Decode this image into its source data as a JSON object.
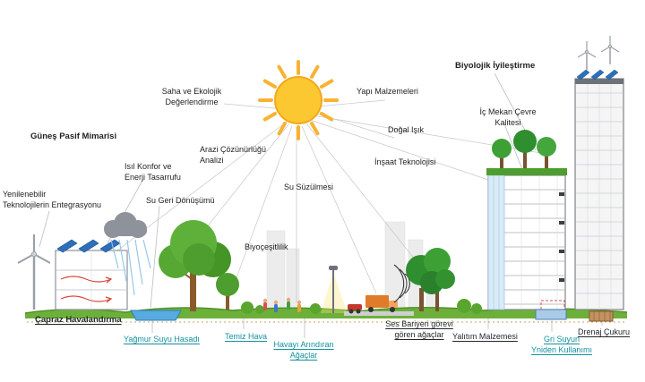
{
  "diagram": {
    "kind": "sustainable-architecture-infographic",
    "language": "tr"
  },
  "colors": {
    "sun": "#fcc832",
    "sun_ray": "#f9b233",
    "ground_green": "#6cb03a",
    "tree_green": "#4d9e2f",
    "solar_blue": "#2e6fba",
    "water_blue": "#57abe0",
    "cloud_gray": "#8d929b",
    "teal_label": "#12919e",
    "dark_label": "#23282c"
  },
  "labels": {
    "gunes_pasif_mimarisi": "Güneş Pasif Mimarisi",
    "yenilenebilir_entegrasyonu": "Yenilenebilir\nTeknolojilerin Entegrasyonu",
    "isil_konfor": "Isıl Konfor ve\nEnerji Tasarrufu",
    "su_geri_donusumu": "Su Geri Dönüşümü",
    "saha_ekolojik": "Saha ve Ekolojik\nDeğerlendirme",
    "arazi_cozunurlugu": "Arazi Çözünürlüğü\nAnalizi",
    "su_suzulmesi": "Su Süzülmesi",
    "biyocesitlilik": "Biyoçeşitlilik",
    "yapi_malzemeleri": "Yapı Malzemeleri",
    "dogal_isik": "Doğal Işık",
    "insaat_teknolojisi": "İnşaat Teknolojisi",
    "biyolojik_iyilestirme": "Biyolojik İyileştirme",
    "ic_mekan_cevre": "İç Mekan Çevre\nKalitesi",
    "capraz_havalandirma": "Çapraz Havalandırma",
    "yagmur_suyu_hasadi": "Yağmur Suyu Hasadı",
    "temiz_hava": "Temiz Hava",
    "havayi_arindiran": "Havayı Arındıran\nAğaçlar",
    "ses_bariyeri": "Ses Bariyeri görevi\ngören ağaçlar",
    "yalitim_malzemesi": "Yalıtım Malzemesi",
    "gri_suyun": "Gri Suyun\nYniden Kullanımı",
    "drenaj_cukuru": "Drenaj Çukuru"
  }
}
